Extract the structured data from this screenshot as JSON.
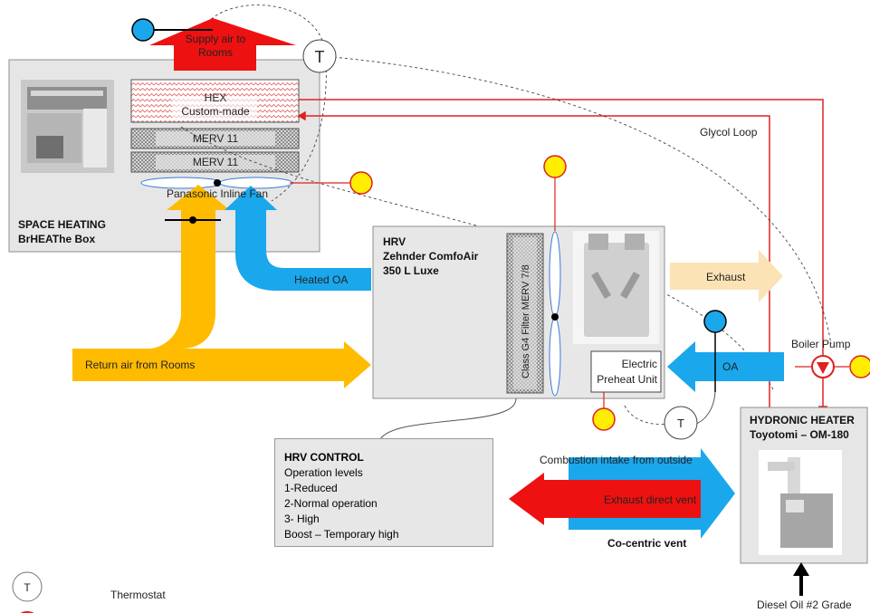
{
  "space_heating": {
    "title": "SPACE HEATING",
    "subtitle": "BrHEAThe Box"
  },
  "supply_air": {
    "line1": "Supply air to",
    "line2": "Rooms"
  },
  "hex": {
    "line1": "HEX",
    "line2": "Custom-made"
  },
  "filters": {
    "merv_top": "MERV 11",
    "merv_bottom": "MERV 11"
  },
  "fan": "Panasonic Inline Fan",
  "glycol_loop": "Glycol Loop",
  "hrv": {
    "line1": "HRV",
    "line2": "Zehnder ComfoAir",
    "line3": "350 L Luxe",
    "filter": "Class G4 Filter MERV 7/8"
  },
  "preheat": {
    "line1": "Electric",
    "line2": "Preheat Unit"
  },
  "flows": {
    "heated_oa": "Heated OA",
    "return_air": "Return air from Rooms",
    "exhaust": "Exhaust",
    "oa": "OA",
    "combustion_intake": "Combustion intake from outside",
    "exhaust_direct": "Exhaust direct vent",
    "co_centric": "Co-centric vent"
  },
  "boiler_pump": "Boiler Pump",
  "hydronic": {
    "line1": "HYDRONIC HEATER",
    "line2": "Toyotomi – OM-180",
    "fuel": "Diesel Oil #2 Grade"
  },
  "hrv_control": {
    "title": "HRV CONTROL",
    "lines": [
      "Operation levels",
      "1-Reduced",
      "2-Normal operation",
      "3- High",
      "Boost – Temporary high"
    ]
  },
  "thermostat_symbol": "T",
  "legend": {
    "thermostat": "Thermostat"
  },
  "colors": {
    "supply": "#ee1111",
    "outdoor_air": "#1aa7ec",
    "return_air": "#ffbb00",
    "exhaust": "#fbe3b5",
    "glycol": "#e02020",
    "sensor": "#ffee00"
  }
}
